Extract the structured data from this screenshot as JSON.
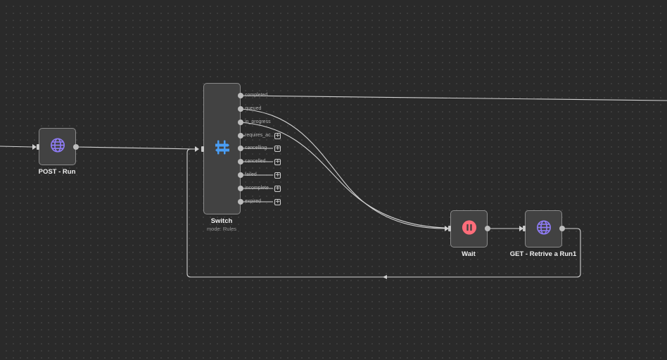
{
  "nodes": {
    "post_run": {
      "title": "POST - Run",
      "icon": "globe-icon"
    },
    "switch": {
      "title": "Switch",
      "subtitle": "mode: Rules",
      "icon": "switch-icon",
      "outputs": [
        "completed",
        "queued",
        "in_progress",
        "requires_ac...",
        "cancelling",
        "cancelled",
        "failed",
        "incomplete",
        "expired"
      ]
    },
    "wait": {
      "title": "Wait",
      "icon": "pause-icon"
    },
    "get_run": {
      "title": "GET - Retrive a Run1",
      "icon": "globe-icon"
    }
  },
  "colors": {
    "canvas": "#2a2a2a",
    "node": "#424242",
    "connection": "#d0d0d0",
    "switch_icon": "#4a9ef5",
    "wait_icon": "#ff6d7a",
    "globe_icon": "#8f7cf5"
  }
}
